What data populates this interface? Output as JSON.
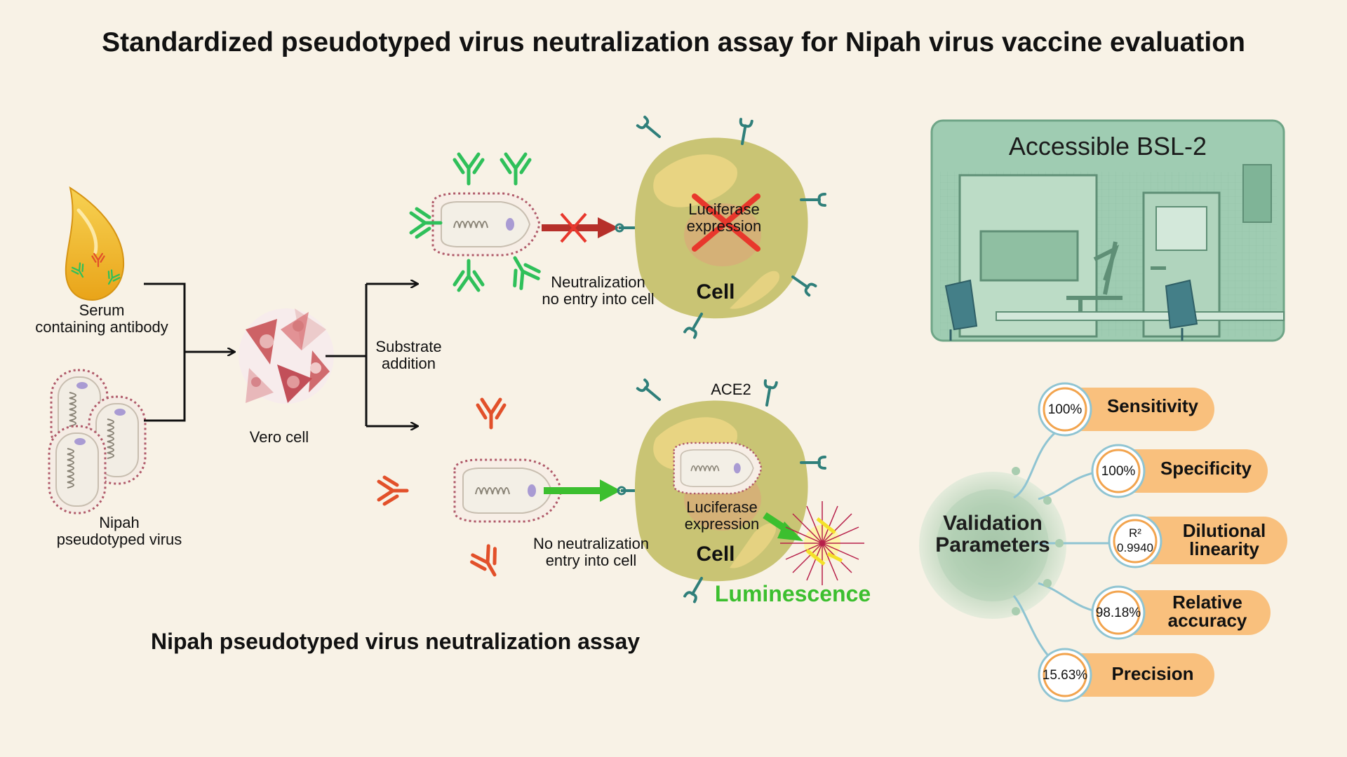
{
  "title": "Standardized pseudotyped virus neutralization assay for Nipah virus vaccine evaluation",
  "assay": {
    "serum_label_line1": "Serum",
    "serum_label_line2": "containing antibody",
    "virus_label_line1": "Nipah",
    "virus_label_line2": "pseudotyped virus",
    "vero_label": "Vero cell",
    "substrate_line1": "Substrate",
    "substrate_line2": "addition",
    "section_title": "Nipah pseudotyped virus neutralization assay"
  },
  "top_path": {
    "outcome_line1": "Neutralization",
    "outcome_line2": "no entry into cell",
    "luciferase_line1": "Luciferase",
    "luciferase_line2": "expression",
    "cell_label": "Cell"
  },
  "bottom_path": {
    "receptor_label": "ACE2",
    "outcome_line1": "No neutralization",
    "outcome_line2": "entry into cell",
    "luciferase_line1": "Luciferase",
    "luciferase_line2": "expression",
    "cell_label": "Cell",
    "signal_label": "Luminescence"
  },
  "lab": {
    "title": "Accessible BSL-2"
  },
  "validation": {
    "title_line1": "Validation",
    "title_line2": "Parameters",
    "parameters": [
      {
        "name_line1": "Sensitivity",
        "name_line2": "",
        "value": "100%"
      },
      {
        "name_line1": "Specificity",
        "name_line2": "",
        "value": "100%"
      },
      {
        "name_line1": "Dilutional",
        "name_line2": "linearity",
        "value_prefix": "R²",
        "value": "0.9940"
      },
      {
        "name_line1": "Relative",
        "name_line2": "accuracy",
        "value": "98.18%"
      },
      {
        "name_line1": "Precision",
        "name_line2": "",
        "value": "15.63%"
      }
    ]
  },
  "colors": {
    "background": "#f8f2e6",
    "antibody_neutralizing": "#2fc05a",
    "antibody_non_neutralizing": "#e2502a",
    "blocked_arrow": "#b6302a",
    "block_cross": "#e8372c",
    "entry_arrow": "#3cbf2f",
    "cell_body": "#c9c474",
    "receptor": "#2f7f7a",
    "lab_panel": "#9fccb2",
    "parameter_pill": "#f9c07d",
    "validation_circle": "#a9cdb0"
  }
}
